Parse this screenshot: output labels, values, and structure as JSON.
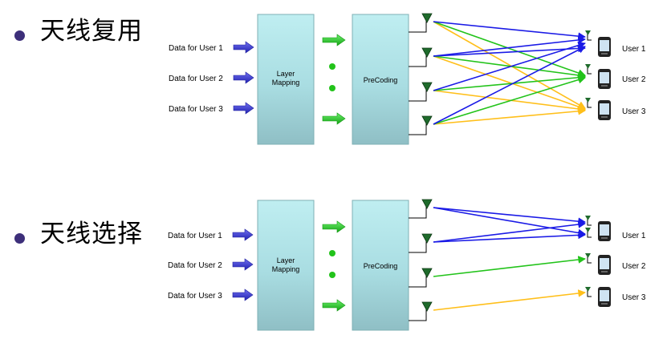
{
  "sections": [
    {
      "heading": "天线复用",
      "inputs": [
        "Data for User 1",
        "Data for User 2",
        "Data for User 3"
      ],
      "layer_mapping": [
        "Layer",
        "Mapping"
      ],
      "precoding": "PreCoding",
      "users": [
        "User 1",
        "User 2",
        "User 3"
      ]
    },
    {
      "heading": "天线选择",
      "inputs": [
        "Data for User 1",
        "Data for User 2",
        "Data for User 3"
      ],
      "layer_mapping": [
        "Layer",
        "Mapping"
      ],
      "precoding": "PreCoding",
      "users": [
        "User 1",
        "User 2",
        "User 3"
      ]
    }
  ],
  "colors": {
    "user1": "#1a1ae6",
    "user2": "#22c31a",
    "user3": "#ffbf1a",
    "block": "#b5e6ea",
    "input_arrow": "#3b3bd0",
    "green_arrow": "#1fc01f",
    "antenna": "#1f6b2c",
    "bullet": "#3d2f7a"
  },
  "icons": [
    "antenna-icon",
    "phone-icon",
    "arrow-right-icon",
    "dot-icon"
  ]
}
